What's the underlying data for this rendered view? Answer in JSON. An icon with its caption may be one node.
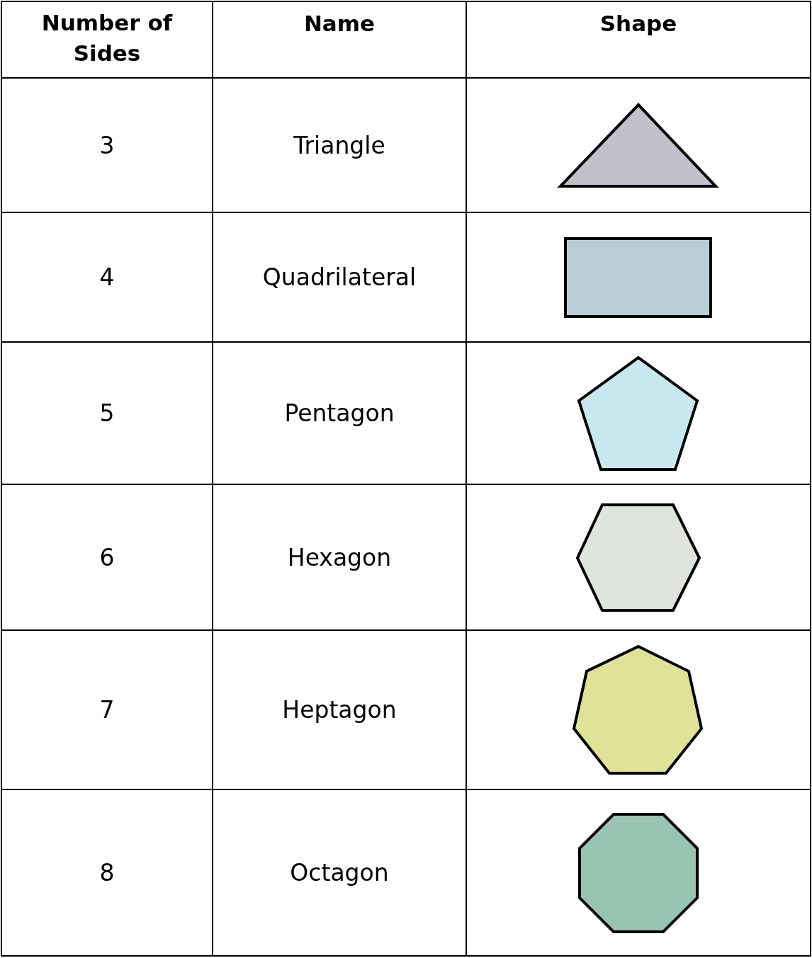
{
  "diagram": {
    "labels": [
      "Number of Sides",
      "Name",
      "Shape",
      "3",
      "Triangle",
      "4",
      "Quadrilateral",
      "5",
      "Pentagon",
      "6",
      "Hexagon",
      "7",
      "Heptagon",
      "8",
      "Octagon"
    ]
  }
}
